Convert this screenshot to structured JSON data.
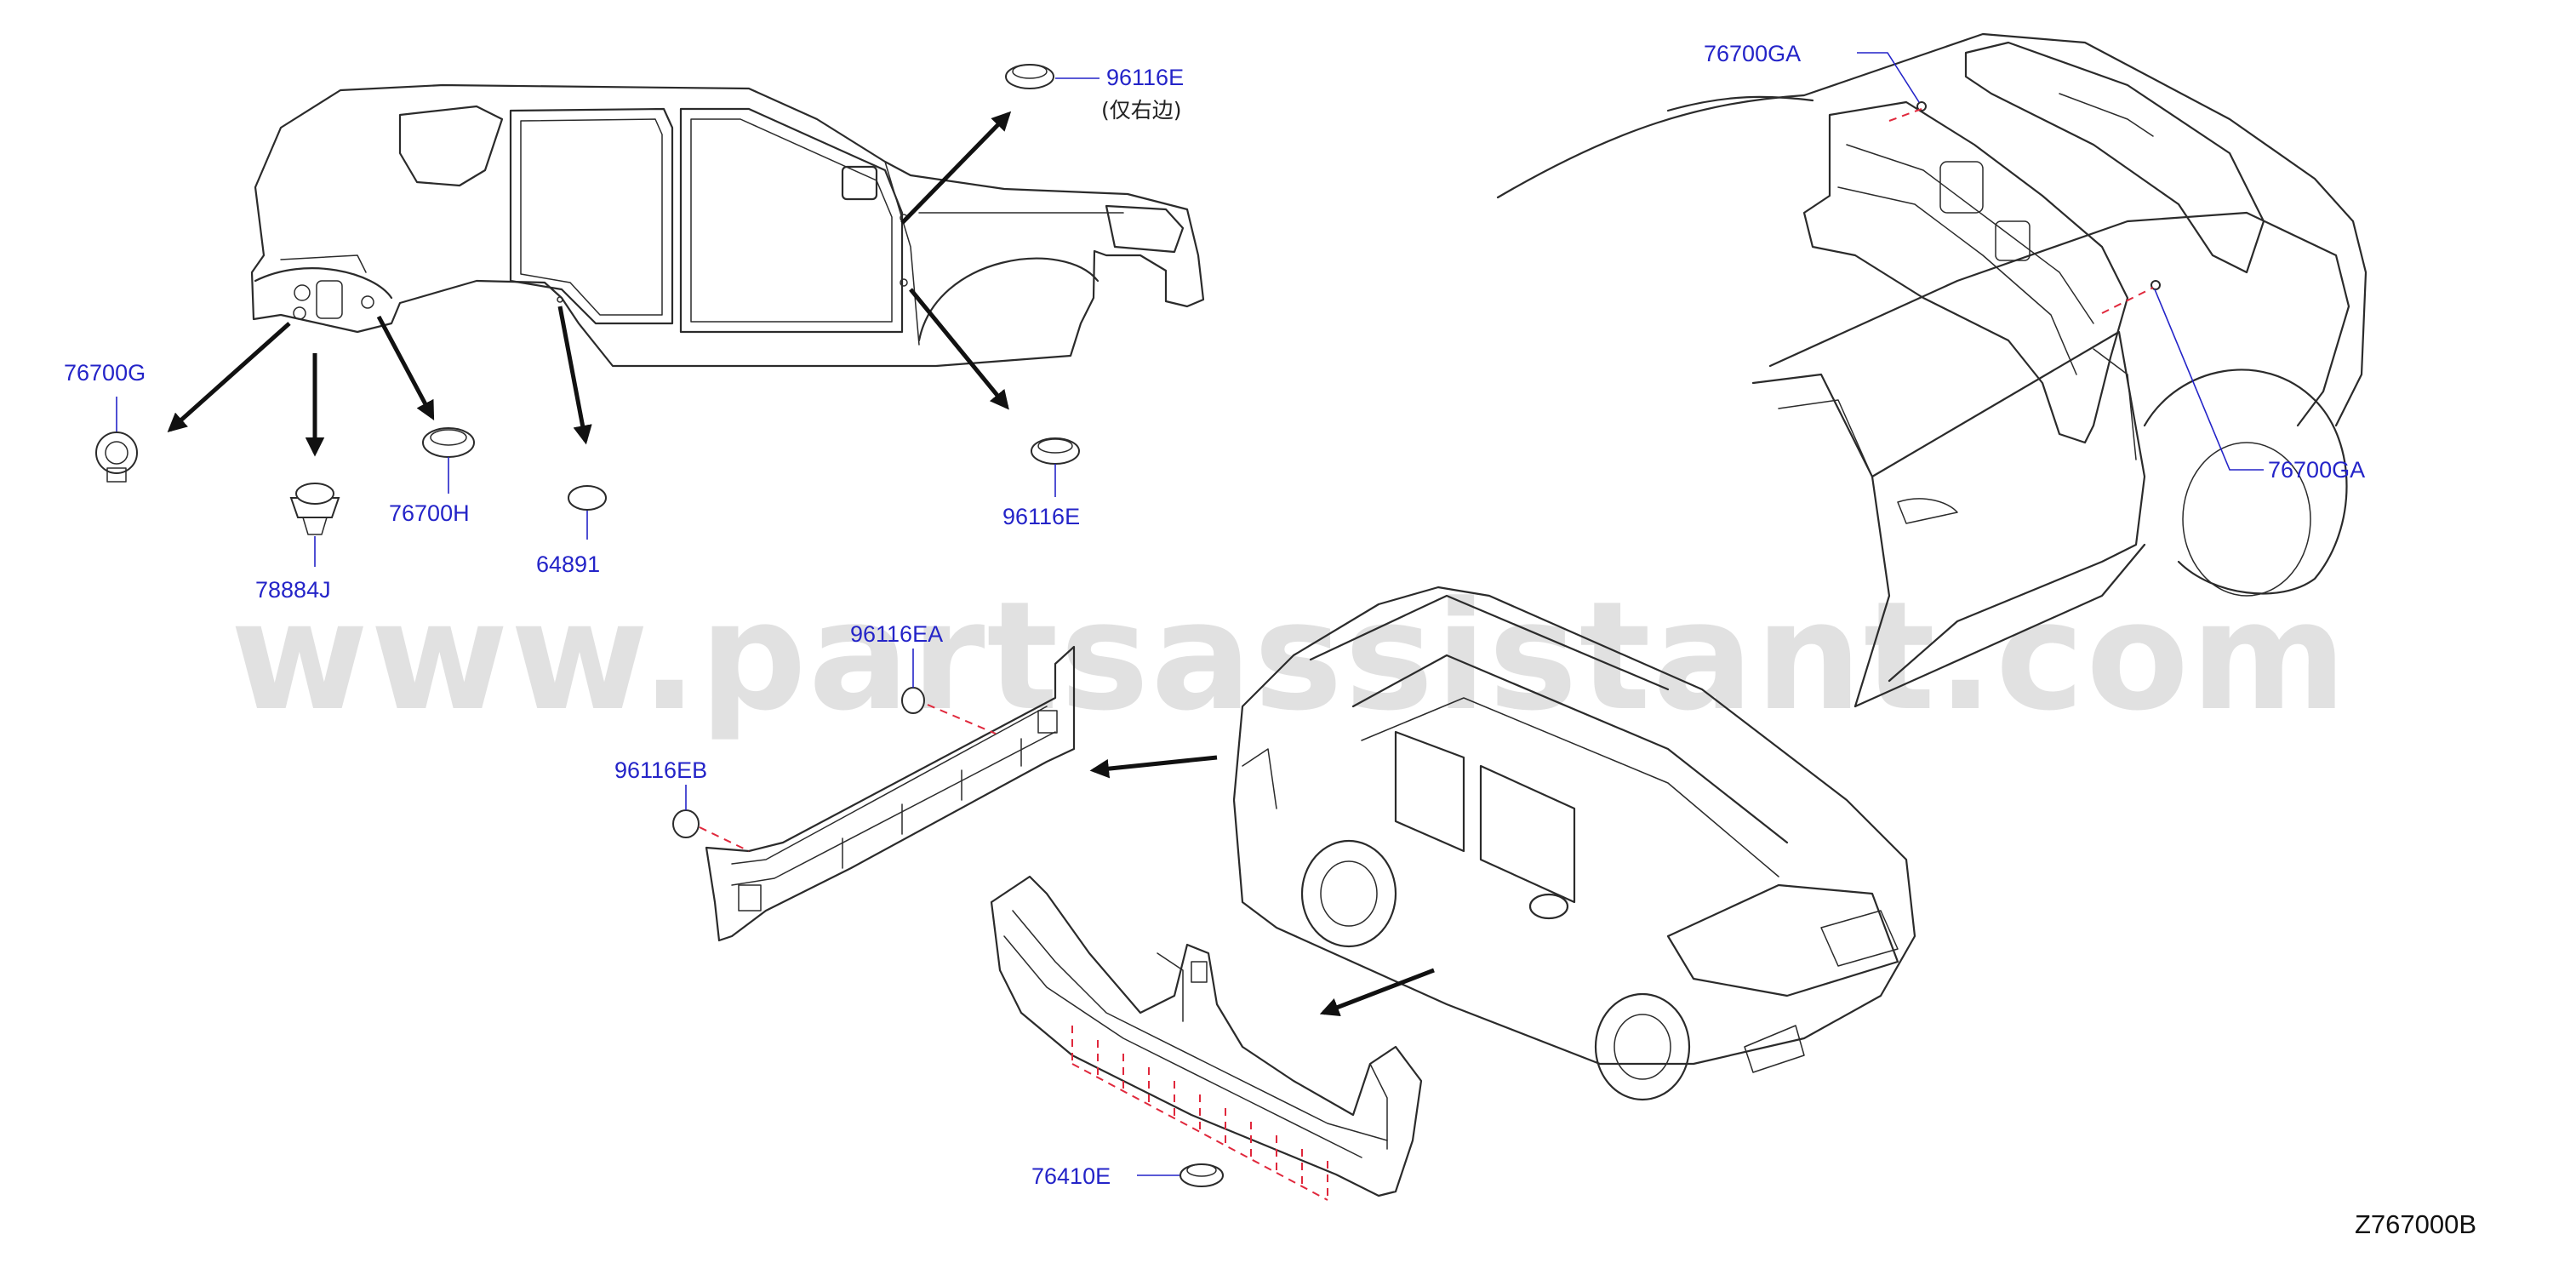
{
  "watermark": "www.partsassistant.com",
  "diagram_code": "Z767000B",
  "parts": [
    {
      "id": "p1",
      "label": "96116E",
      "note": "(仅右边)"
    },
    {
      "id": "p2",
      "label": "76700G"
    },
    {
      "id": "p3",
      "label": "76700H"
    },
    {
      "id": "p4",
      "label": "78884J"
    },
    {
      "id": "p5",
      "label": "64891"
    },
    {
      "id": "p6",
      "label": "96116E"
    },
    {
      "id": "p7",
      "label": "76700GA"
    },
    {
      "id": "p8",
      "label": "76700GA"
    },
    {
      "id": "p9",
      "label": "96116EA"
    },
    {
      "id": "p10",
      "label": "96116EB"
    },
    {
      "id": "p11",
      "label": "76410E"
    }
  ],
  "colors": {
    "label": "#2424c8",
    "line": "#2b2b2b",
    "guide": "#e0283c",
    "watermark": "#c9c9c9"
  }
}
